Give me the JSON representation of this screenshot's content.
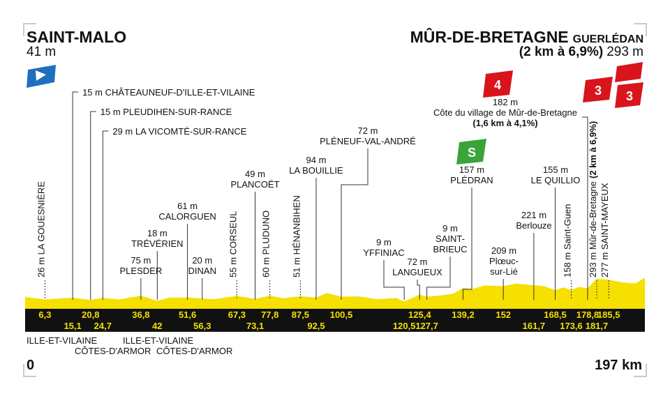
{
  "colors": {
    "profile_fill": "#f5e000",
    "band": "#111111",
    "band_text": "#f5e000",
    "frame": "#b8b8b8",
    "leader": "#333333",
    "start_flag": "#1e6fc0",
    "categ_red": "#d9141c",
    "sprint_green": "#3aa43a"
  },
  "header": {
    "start_name": "SAINT-MALO",
    "start_alt": "41 m",
    "finish_name": "MÛR-DE-BRETAGNE",
    "finish_sub": "GUERLÉDAN",
    "finish_climb": "(2 km à 6,9%)",
    "finish_alt": "293 m"
  },
  "axis": {
    "start_km": "0",
    "end_km": "197 km"
  },
  "departments": [
    {
      "text": "ILLE-ET-VILAINE"
    },
    {
      "text": "CÔTES-D'ARMOR"
    },
    {
      "text": "ILLE-ET-VILAINE"
    },
    {
      "text": "CÔTES-D'ARMOR"
    }
  ],
  "climb_badges": [
    {
      "label": "4",
      "icon": "category-4-climb-icon"
    },
    {
      "label": "3",
      "icon": "category-3-climb-icon"
    },
    {
      "label": "3",
      "icon": "category-3-climb-icon"
    }
  ],
  "sprint_badge": {
    "label": "S",
    "icon": "intermediate-sprint-icon"
  },
  "icons": {
    "start": "start-flag-icon",
    "finish": "checkered-finish-icon"
  },
  "chart_data": {
    "type": "area",
    "xlim": [
      0,
      197
    ],
    "profile": {
      "x": [
        0,
        6.3,
        15.1,
        20.8,
        24.7,
        30,
        36.8,
        42,
        46,
        51.6,
        56.3,
        60,
        67.3,
        73.1,
        77.8,
        82,
        87.5,
        92.5,
        96,
        100.5,
        106,
        112,
        118,
        120.5,
        125.4,
        127.7,
        132,
        136,
        139.2,
        142,
        146,
        152,
        156,
        161.7,
        165,
        168.5,
        171,
        173.6,
        176,
        178.8,
        181.7,
        185.5,
        190,
        194,
        197
      ],
      "y": [
        41,
        35,
        32,
        30,
        28,
        36,
        58,
        18,
        33,
        61,
        20,
        38,
        55,
        42,
        60,
        50,
        51,
        60,
        94,
        72,
        48,
        38,
        27,
        9,
        72,
        72,
        60,
        110,
        157,
        170,
        190,
        209,
        215,
        221,
        182,
        155,
        166,
        158,
        170,
        182,
        277,
        293,
        230,
        245,
        293
      ]
    },
    "km_markers": [
      {
        "km": "6,3",
        "row": 1
      },
      {
        "km": "15,1",
        "row": 2
      },
      {
        "km": "20,8",
        "row": 1
      },
      {
        "km": "24,7",
        "row": 2
      },
      {
        "km": "36,8",
        "row": 1
      },
      {
        "km": "42",
        "row": 2
      },
      {
        "km": "51,6",
        "row": 1
      },
      {
        "km": "56,3",
        "row": 2
      },
      {
        "km": "67,3",
        "row": 1
      },
      {
        "km": "73,1",
        "row": 2
      },
      {
        "km": "77,8",
        "row": 1
      },
      {
        "km": "87,5",
        "row": 1
      },
      {
        "km": "92,5",
        "row": 2
      },
      {
        "km": "100,5",
        "row": 1
      },
      {
        "km": "120,5",
        "row": 2
      },
      {
        "km": "125,4",
        "row": 1
      },
      {
        "km": "127,7",
        "row": 2
      },
      {
        "km": "139,2",
        "row": 1
      },
      {
        "km": "152",
        "row": 1
      },
      {
        "km": "161,7",
        "row": 2
      },
      {
        "km": "168,5",
        "row": 1
      },
      {
        "km": "173,6",
        "row": 2
      },
      {
        "km": "178,8",
        "row": 1
      },
      {
        "km": "181,7",
        "row": 2
      },
      {
        "km": "185,5",
        "row": 1
      }
    ],
    "places": [
      {
        "km": 6.3,
        "text": "26 m LA GOUESNIÈRE",
        "style": "vertical"
      },
      {
        "km": 15.1,
        "text": "15 m CHÂTEAUNEUF-D'ILLE-ET-VILAINE",
        "style": "leader"
      },
      {
        "km": 20.8,
        "text": "15 m PLEUDIHEN-SUR-RANCE",
        "style": "leader"
      },
      {
        "km": 24.7,
        "text": "29 m LA VICOMTÉ-SUR-RANCE",
        "style": "leader"
      },
      {
        "km": 36.8,
        "lines": [
          "75 m",
          "PLESDER"
        ],
        "style": "stack"
      },
      {
        "km": 42,
        "lines": [
          "18 m",
          "TRÉVÉRIEN"
        ],
        "style": "stack"
      },
      {
        "km": 51.6,
        "lines": [
          "61 m",
          "CALORGUEN"
        ],
        "style": "stack"
      },
      {
        "km": 56.3,
        "lines": [
          "20 m",
          "DINAN"
        ],
        "style": "stack"
      },
      {
        "km": 67.3,
        "text": "55 m CORSEUL",
        "style": "vertical"
      },
      {
        "km": 73.1,
        "lines": [
          "49 m",
          "PLANCOËT"
        ],
        "style": "stack"
      },
      {
        "km": 77.8,
        "text": "60 m PLUDUNO",
        "style": "vertical"
      },
      {
        "km": 87.5,
        "text": "51 m HÉNANBIHEN",
        "style": "vertical"
      },
      {
        "km": 92.5,
        "lines": [
          "94 m",
          "LA BOUILLIE"
        ],
        "style": "stack"
      },
      {
        "km": 100.5,
        "lines": [
          "72 m",
          "PLÉNEUF-VAL-ANDRÉ"
        ],
        "style": "stack"
      },
      {
        "km": 120.5,
        "lines": [
          "9 m",
          "YFFINIAC"
        ],
        "style": "stack"
      },
      {
        "km": 125.4,
        "lines": [
          "72 m",
          "LANGUEUX"
        ],
        "style": "stack"
      },
      {
        "km": 127.7,
        "lines": [
          "9 m",
          "SAINT-",
          "BRIEUC"
        ],
        "style": "stack"
      },
      {
        "km": 139.2,
        "lines": [
          "157 m",
          "PLÉDRAN"
        ],
        "style": "stack"
      },
      {
        "km": 152,
        "lines": [
          "209 m",
          "Plœuc-",
          "sur-Lié"
        ],
        "style": "stack"
      },
      {
        "km": 161.7,
        "lines": [
          "221 m",
          "Berlouze"
        ],
        "style": "stack"
      },
      {
        "km": 168.5,
        "lines": [
          "155 m",
          "LE QUILLIO"
        ],
        "style": "stack"
      },
      {
        "km": 173.6,
        "text": "158 m Saint-Guen",
        "style": "vertical"
      },
      {
        "km": 178.8,
        "lines": [
          "182 m",
          "Côte du village de Mûr-de-Bretagne",
          "(1,6 km à 4,1%)"
        ],
        "style": "stack"
      },
      {
        "km": 181.7,
        "text": "293 m Mûr-de-Bretagne",
        "bold_suffix": "(2 km à 6,9%)",
        "style": "vertical"
      },
      {
        "km": 185.5,
        "text": "277 m SAINT-MAYEUX",
        "style": "vertical"
      }
    ]
  }
}
